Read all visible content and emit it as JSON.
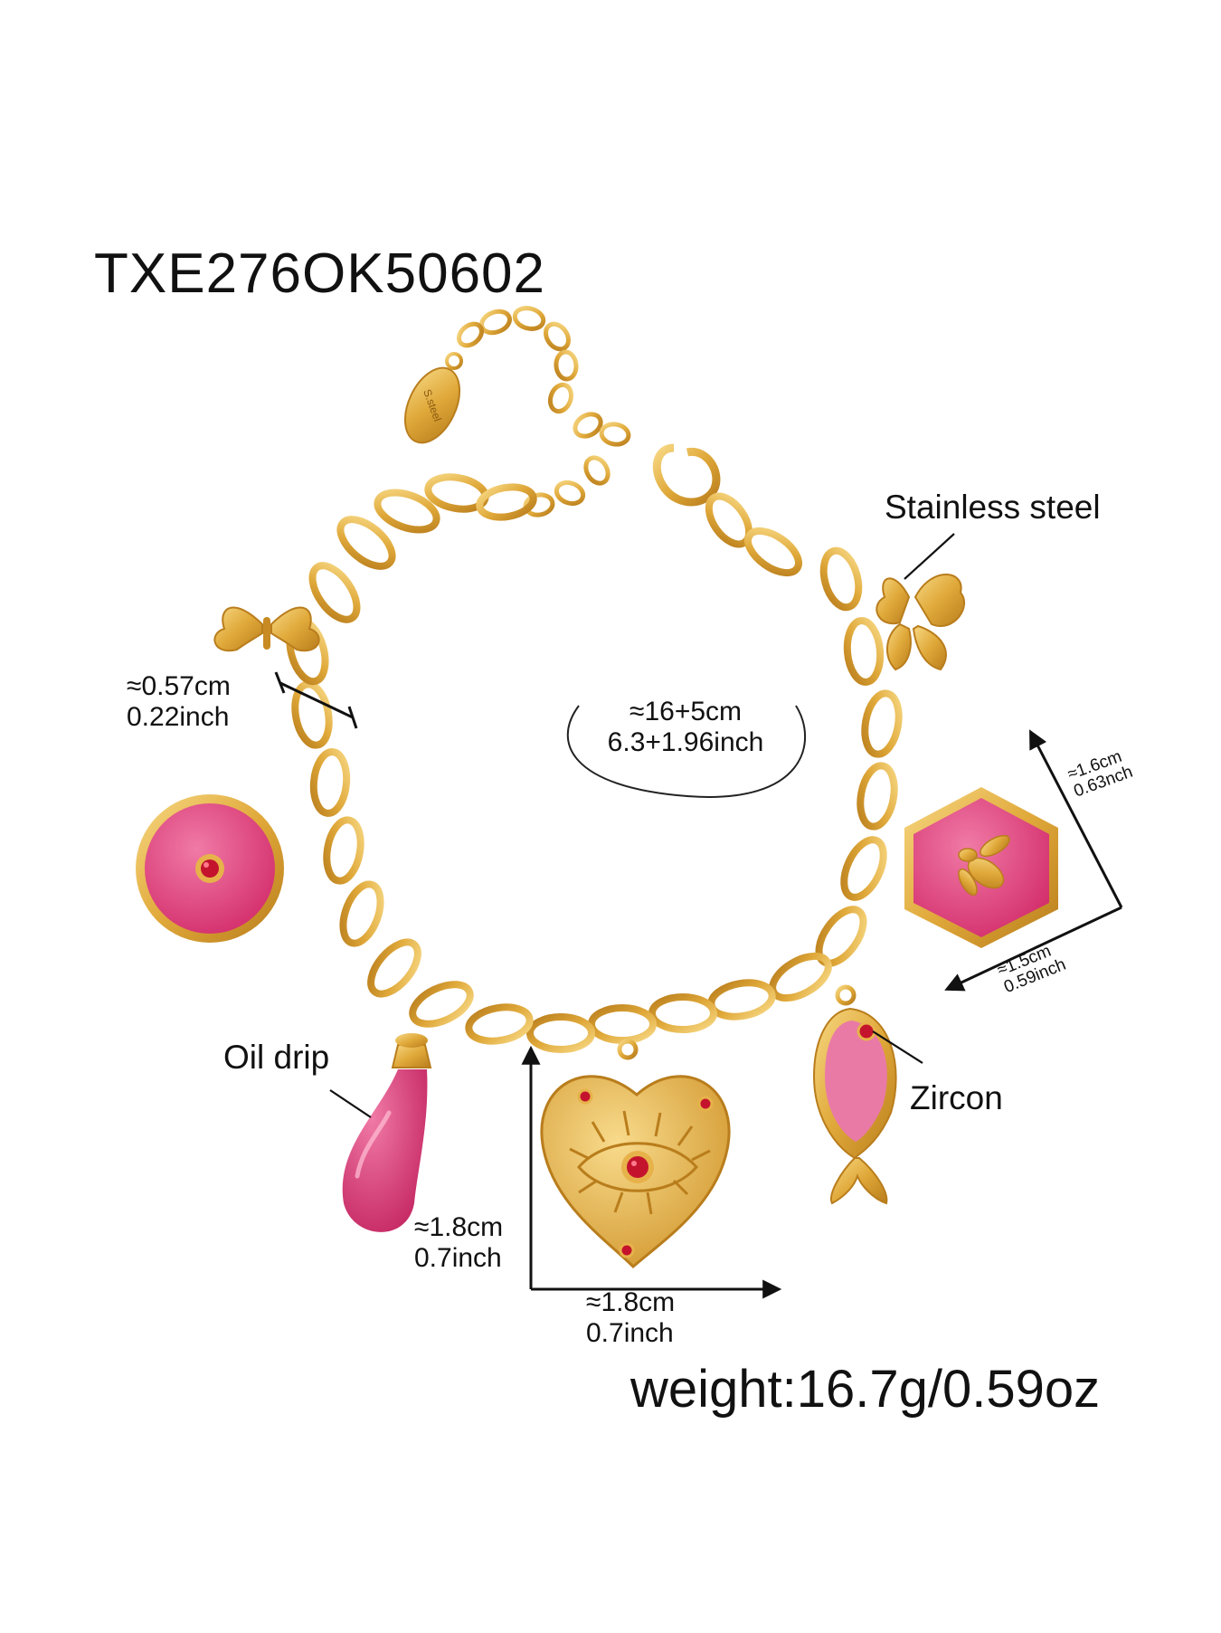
{
  "product": {
    "sku": "TXE276OK50602",
    "tag_text": "S.steel",
    "weight": "weight:16.7g/0.59oz"
  },
  "callouts": {
    "material": "Stainless steel",
    "enamel": "Oil drip",
    "stone": "Zircon"
  },
  "dimensions": {
    "length_cm": "≈16+5cm",
    "length_inch": "6.3+1.96inch",
    "link_cm": "≈0.57cm",
    "link_inch": "0.22inch",
    "hex_height_cm": "≈1.6cm",
    "hex_height_inch": "0.63nch",
    "hex_width_cm": "≈1.5cm",
    "hex_width_inch": "0.59inch",
    "heart_height_cm": "≈1.8cm",
    "heart_height_inch": "0.7inch",
    "heart_width_cm": "≈1.8cm",
    "heart_width_inch": "0.7inch"
  },
  "colors": {
    "gold": "#e0a93a",
    "gold_dark": "#b97d1c",
    "gold_light": "#f6d37a",
    "pink": "#e23f7b",
    "pink_light": "#f08bb0",
    "fish_pink": "#e97aa5",
    "ruby": "#c4142d"
  }
}
